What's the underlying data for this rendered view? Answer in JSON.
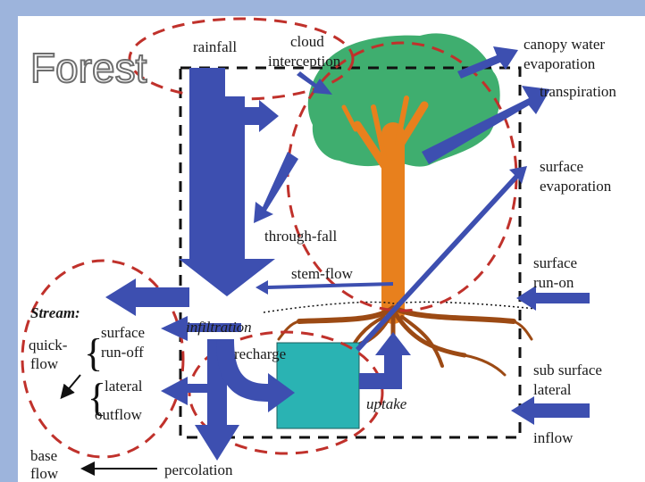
{
  "title": "Forest",
  "labels": {
    "rainfall": "rainfall",
    "cloud_1": "cloud",
    "cloud_2": "interception",
    "canopy_1": "canopy water",
    "canopy_2": "evaporation",
    "transpiration": "transpiration",
    "surf_evap_1": "surface",
    "surf_evap_2": "evaporation",
    "through_fall": "through-fall",
    "stem_flow": "stem-flow",
    "surf_runon_1": "surface",
    "surf_runon_2": "run-on",
    "stream": "Stream:",
    "infiltration": "infiltration",
    "quick_1": "quick-",
    "quick_2": "flow",
    "surf_runoff_1": "surface",
    "surf_runoff_2": "run-off",
    "lateral": "lateral",
    "outflow": "outflow",
    "recharge": "recharge",
    "uptake": "uptake",
    "sub_1": "sub surface",
    "sub_2": "lateral",
    "inflow": "inflow",
    "base_1": "base",
    "base_2": "flow",
    "percolation": "percolation"
  },
  "colors": {
    "frame_border": "#9db4dc",
    "arrow": "#3d4fb0",
    "canopy": "#3fae6f",
    "trunk": "#e8801d",
    "roots": "#9c4a14",
    "storage": "#2ab3b3",
    "dash_red": "#c0312b",
    "dash_black": "#111111"
  }
}
